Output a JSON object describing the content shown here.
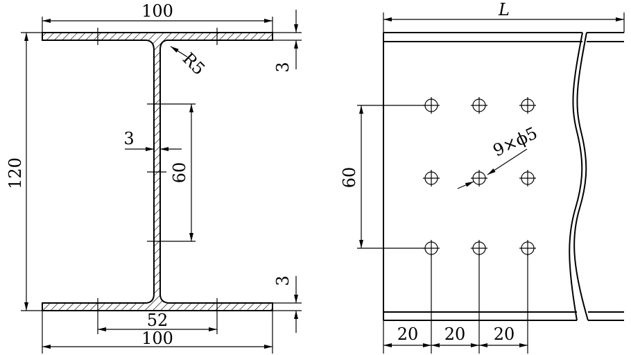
{
  "left_view": {
    "flange_width_top": "100",
    "flange_width_bottom": "100",
    "height": "120",
    "fillet_radius": "R5",
    "flange_thickness_top": "3",
    "flange_thickness_bottom": "3",
    "web_thickness": "3",
    "web_hole_spacing": "60",
    "bottom_hole_spacing": "52"
  },
  "right_view": {
    "length": "L",
    "hole_spacing_vertical": "60",
    "hole_callout": "9×ϕ5",
    "pitch_1": "20",
    "pitch_2": "20",
    "pitch_3": "20"
  }
}
